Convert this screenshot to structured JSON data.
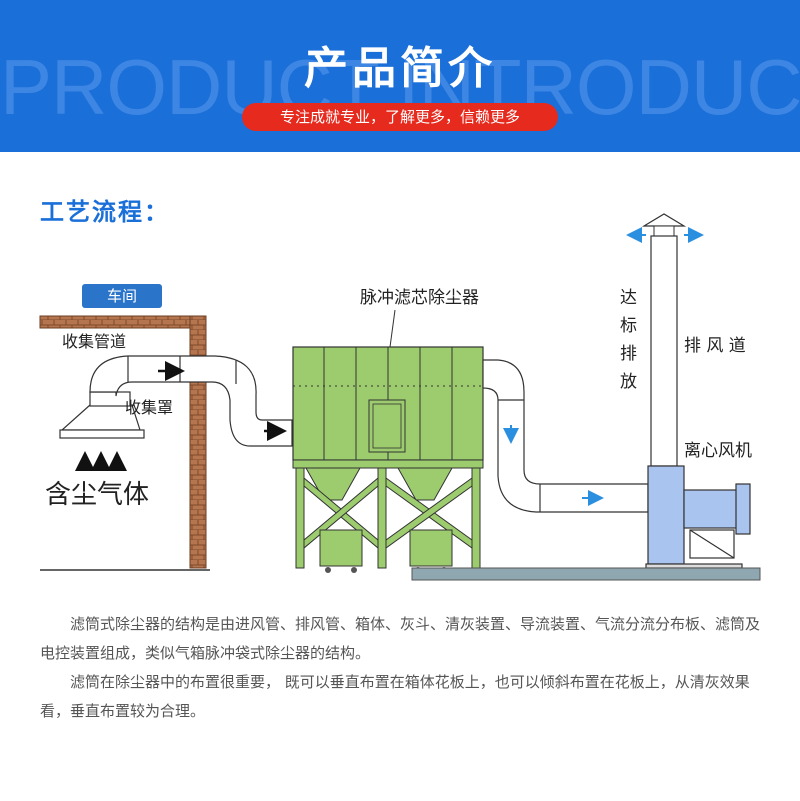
{
  "banner": {
    "bg_text": "PRODUCT INTRODUCTION",
    "title": "产品简介",
    "tagline": "专注成就专业，了解更多，信赖更多"
  },
  "section_title": "工艺流程：",
  "diagram": {
    "workshop_label": "车间",
    "collect_duct": "收集管道",
    "collect_hood": "收集罩",
    "dusty_gas": "含尘气体",
    "filter_unit": "脉冲滤芯除尘器",
    "emission": [
      "达",
      "标",
      "排",
      "放"
    ],
    "exhaust_duct": "排 风 道",
    "fan": "离心风机"
  },
  "description": {
    "p1": "滤筒式除尘器的结构是由进风管、排风管、箱体、灰斗、清灰装置、导流装置、气流分流分布板、滤筒及电控装置组成，类似气箱脉冲袋式除尘器的结构。",
    "p2": "滤筒在除尘器中的布置很重要， 既可以垂直布置在箱体花板上，也可以倾斜布置在花板上，从清灰效果看，垂直布置较为合理。"
  },
  "colors": {
    "brand_blue": "#1a6fd8",
    "accent_red": "#e62a1e",
    "filter_green": "#9ccc6e",
    "fan_blue": "#a9c4ef",
    "brick": "#b5754f"
  }
}
